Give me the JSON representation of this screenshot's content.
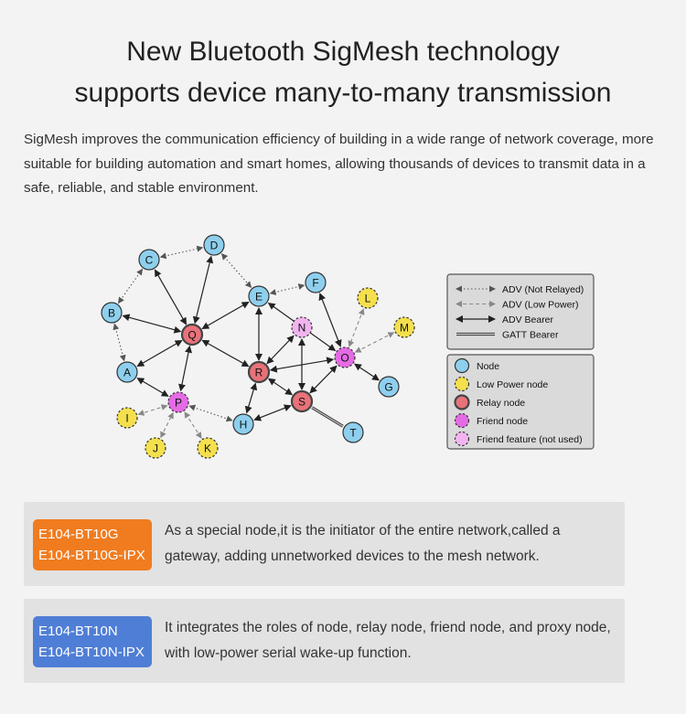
{
  "heading": {
    "line1": "New Bluetooth SigMesh technology",
    "line2": "supports device many-to-many transmission"
  },
  "intro": "SigMesh improves the communication efficiency of building in a wide range of network coverage, more suitable for building automation and smart homes, allowing thousands of devices to transmit data in a safe, reliable, and stable environment.",
  "diagram": {
    "nodes": [
      {
        "id": "C",
        "role": "node"
      },
      {
        "id": "D",
        "role": "node"
      },
      {
        "id": "B",
        "role": "node"
      },
      {
        "id": "E",
        "role": "node"
      },
      {
        "id": "F",
        "role": "node"
      },
      {
        "id": "A",
        "role": "node"
      },
      {
        "id": "H",
        "role": "node"
      },
      {
        "id": "G",
        "role": "node"
      },
      {
        "id": "T",
        "role": "node"
      },
      {
        "id": "Q",
        "role": "relay"
      },
      {
        "id": "R",
        "role": "relay"
      },
      {
        "id": "S",
        "role": "relay"
      },
      {
        "id": "P",
        "role": "friend"
      },
      {
        "id": "O",
        "role": "friend"
      },
      {
        "id": "N",
        "role": "friend-unused"
      },
      {
        "id": "L",
        "role": "low-power"
      },
      {
        "id": "M",
        "role": "low-power"
      },
      {
        "id": "I",
        "role": "low-power"
      },
      {
        "id": "J",
        "role": "low-power"
      },
      {
        "id": "K",
        "role": "low-power"
      }
    ],
    "edges": [
      {
        "from": "C",
        "to": "Q",
        "type": "adv"
      },
      {
        "from": "D",
        "to": "Q",
        "type": "adv"
      },
      {
        "from": "B",
        "to": "Q",
        "type": "adv"
      },
      {
        "from": "A",
        "to": "Q",
        "type": "adv"
      },
      {
        "from": "E",
        "to": "Q",
        "type": "adv"
      },
      {
        "from": "P",
        "to": "Q",
        "type": "adv"
      },
      {
        "from": "Q",
        "to": "R",
        "type": "adv"
      },
      {
        "from": "E",
        "to": "R",
        "type": "adv"
      },
      {
        "from": "N",
        "to": "R",
        "type": "adv"
      },
      {
        "from": "R",
        "to": "O",
        "type": "adv"
      },
      {
        "from": "R",
        "to": "S",
        "type": "adv"
      },
      {
        "from": "N",
        "to": "S",
        "type": "adv"
      },
      {
        "from": "S",
        "to": "O",
        "type": "adv"
      },
      {
        "from": "S",
        "to": "H",
        "type": "adv"
      },
      {
        "from": "R",
        "to": "H",
        "type": "adv"
      },
      {
        "from": "E",
        "to": "O",
        "type": "adv"
      },
      {
        "from": "F",
        "to": "O",
        "type": "adv"
      },
      {
        "from": "O",
        "to": "G",
        "type": "adv"
      },
      {
        "from": "A",
        "to": "P",
        "type": "adv"
      },
      {
        "from": "S",
        "to": "T",
        "type": "gatt"
      },
      {
        "from": "C",
        "to": "B",
        "type": "not-relayed"
      },
      {
        "from": "C",
        "to": "D",
        "type": "not-relayed"
      },
      {
        "from": "D",
        "to": "E",
        "type": "not-relayed"
      },
      {
        "from": "E",
        "to": "F",
        "type": "not-relayed"
      },
      {
        "from": "B",
        "to": "A",
        "type": "not-relayed"
      },
      {
        "from": "P",
        "to": "H",
        "type": "not-relayed"
      },
      {
        "from": "L",
        "to": "O",
        "type": "low-power"
      },
      {
        "from": "M",
        "to": "O",
        "type": "low-power"
      },
      {
        "from": "I",
        "to": "P",
        "type": "low-power"
      },
      {
        "from": "J",
        "to": "P",
        "type": "low-power"
      },
      {
        "from": "K",
        "to": "P",
        "type": "low-power"
      }
    ],
    "legend_lines": [
      {
        "label": "ADV (Not Relayed)",
        "style": "not-relayed"
      },
      {
        "label": "ADV (Low Power)",
        "style": "low-power"
      },
      {
        "label": "ADV Bearer",
        "style": "adv"
      },
      {
        "label": "GATT Bearer",
        "style": "gatt"
      }
    ],
    "legend_nodes": [
      {
        "label": "Node",
        "role": "node"
      },
      {
        "label": "Low Power node",
        "role": "low-power"
      },
      {
        "label": "Relay node",
        "role": "relay"
      },
      {
        "label": "Friend node",
        "role": "friend"
      },
      {
        "label": "Friend feature (not used)",
        "role": "friend-unused"
      }
    ],
    "colors": {
      "node": "#8ecfee",
      "low-power": "#f4e04d",
      "relay": "#e8727a",
      "friend": "#e46be4",
      "friend-unused": "#f2b4ef"
    }
  },
  "cards": [
    {
      "badge_line1": "E104-BT10G",
      "badge_line2": "E104-BT10G-IPX",
      "badge_color": "#f07c1f",
      "text": "As a special node,it is the initiator of the entire network,called a gateway, adding unnetworked devices to the mesh network."
    },
    {
      "badge_line1": "E104-BT10N",
      "badge_line2": "E104-BT10N-IPX",
      "badge_color": "#4f7ed6",
      "text": "It integrates the roles of node, relay node, friend node, and proxy node, with low-power serial wake-up function."
    }
  ]
}
